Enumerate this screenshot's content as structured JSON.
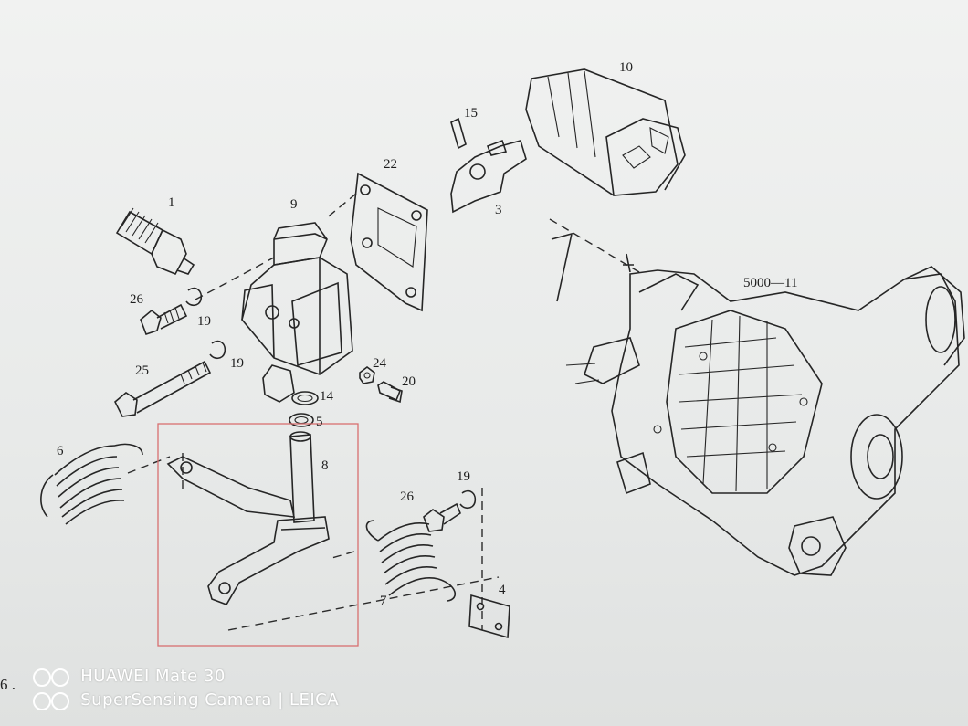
{
  "callouts": [
    {
      "text": "1"
    },
    {
      "text": "9"
    },
    {
      "text": "22"
    },
    {
      "text": "15"
    },
    {
      "text": "3"
    },
    {
      "text": "10"
    },
    {
      "text": "5000—11"
    },
    {
      "text": "26"
    },
    {
      "text": "19"
    },
    {
      "text": "25"
    },
    {
      "text": "19"
    },
    {
      "text": "24"
    },
    {
      "text": "20"
    },
    {
      "text": "14"
    },
    {
      "text": "5"
    },
    {
      "text": "6"
    },
    {
      "text": "8"
    },
    {
      "text": "19"
    },
    {
      "text": "26"
    },
    {
      "text": "7"
    },
    {
      "text": "4"
    }
  ],
  "page_number": "6 .",
  "watermark": {
    "line1": "HUAWEI Mate 30",
    "line2": "SuperSensing Camera | LEICA"
  },
  "colors": {
    "paper": "#ebeceb",
    "ink": "#262626",
    "highlight_box": "#d87070"
  }
}
